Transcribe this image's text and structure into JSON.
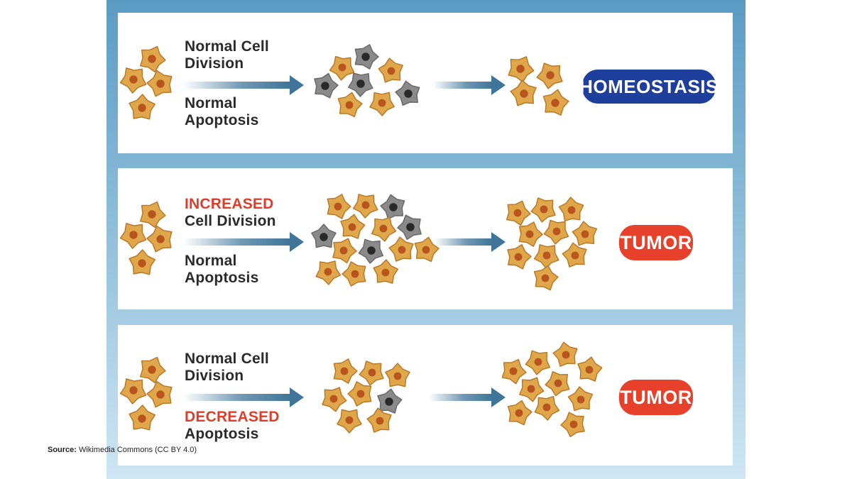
{
  "rows": [
    {
      "top_label_1": "",
      "top_label_2": "Normal Cell",
      "top_label_3": "Division",
      "bottom_label_1": "Normal",
      "bottom_label_2": "Apoptosis",
      "outcome": "HOMEOSTASIS",
      "outcome_color": "#1f3f9c"
    },
    {
      "top_label_1": "INCREASED",
      "top_label_2": "Cell Division",
      "bottom_label_1": "Normal",
      "bottom_label_2": "Apoptosis",
      "outcome": "TUMOR",
      "outcome_color": "#e8412b"
    },
    {
      "top_label_1": "Normal Cell",
      "top_label_2": "Division",
      "bottom_label_1": "DECREASED",
      "bottom_label_2": "Apoptosis",
      "outcome": "TUMOR",
      "outcome_color": "#e8412b"
    }
  ],
  "colors": {
    "cell_fill": "#e0a64a",
    "cell_nucleus": "#b8541e",
    "apoptotic_cell_fill": "#8a8a8a",
    "arrow": "#3e7599",
    "highlight_text": "#e03c2a"
  },
  "source": {
    "label": "Source:",
    "text": "Wikimedia Commons (CC BY 4.0)"
  }
}
